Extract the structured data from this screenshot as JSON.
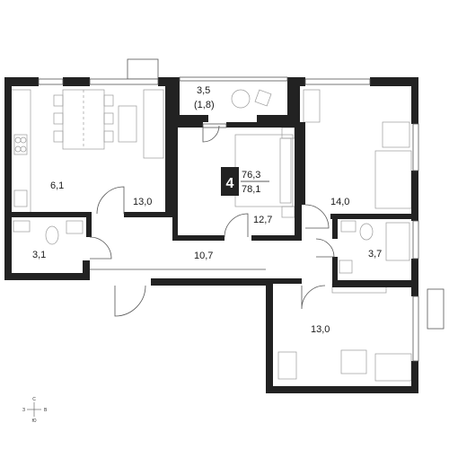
{
  "plan": {
    "room_count": "4",
    "area_living": "76,3",
    "area_total": "78,1",
    "rooms": {
      "kitchen": "6,1",
      "living": "13,0",
      "balcony": "3,5",
      "balcony_reduced": "(1,8)",
      "bedroom_center": "12,7",
      "bedroom_right": "14,0",
      "bathroom_left": "3,1",
      "hall": "10,7",
      "bathroom_right": "3,7",
      "bedroom_bottom": "13,0"
    },
    "compass": {
      "north": "С",
      "east": "В",
      "south": "Ю",
      "west": "З"
    },
    "colors": {
      "wall": "#222222",
      "badge": "#222222",
      "thin_line": "#555555"
    }
  }
}
